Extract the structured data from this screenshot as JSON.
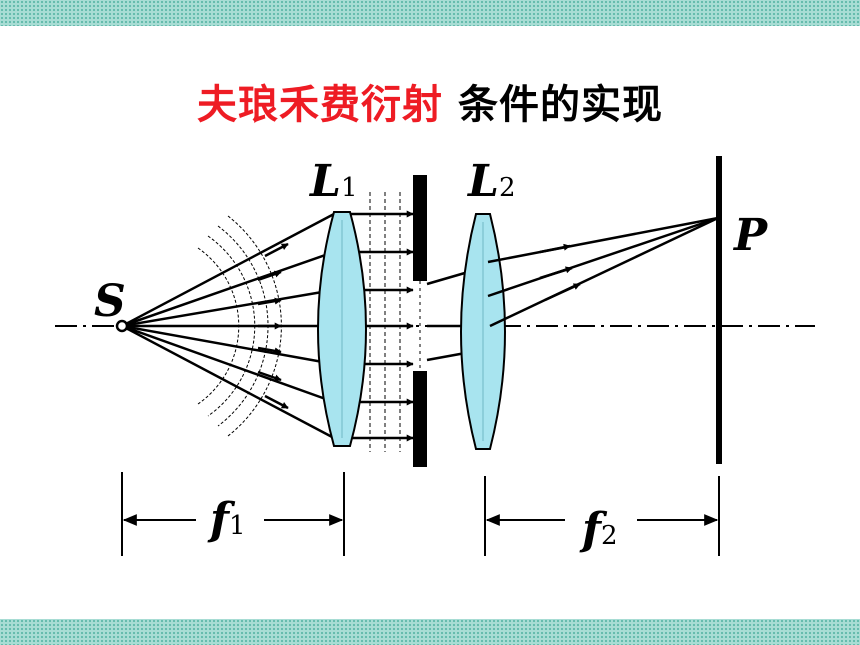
{
  "title": {
    "red_part": "夫琅禾费衍射",
    "black_part": "条件的实现"
  },
  "labels": {
    "source": "S",
    "lens1": "L",
    "lens1_sub": "1",
    "lens2": "L",
    "lens2_sub": "2",
    "point": "P",
    "focal1": "f",
    "focal1_sub": "1",
    "focal2": "f",
    "focal2_sub": "2"
  },
  "colors": {
    "title_red": "#ee1c24",
    "lens_fill": "#a8e4ef",
    "band": "#a8ddd4"
  }
}
